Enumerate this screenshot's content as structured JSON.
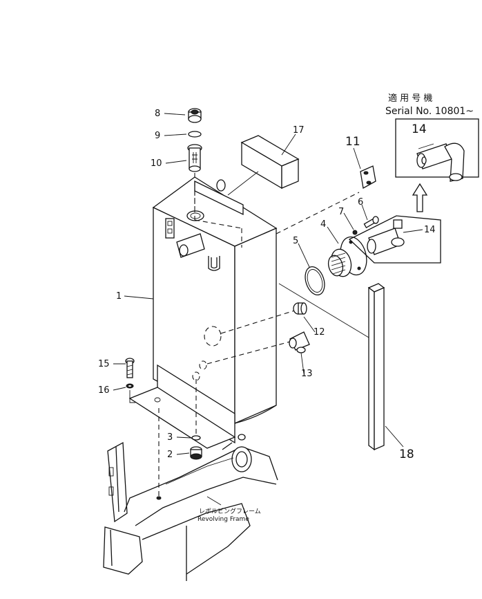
{
  "callouts": {
    "p1": "1",
    "p2": "2",
    "p3": "3",
    "p4": "4",
    "p5": "5",
    "p6": "6",
    "p7": "7",
    "p8": "8",
    "p9": "9",
    "p10": "10",
    "p11": "11",
    "p12": "12",
    "p13": "13",
    "p14": "14",
    "p14_inset": "14",
    "p15": "15",
    "p16": "16",
    "p17": "17",
    "p18": "18"
  },
  "inset_note": {
    "line1": "適 用 号 機",
    "line2": "Serial No. 10801~"
  },
  "frame_label": {
    "jp": "レボルビングフレーム",
    "en": "Revolving Frame"
  }
}
